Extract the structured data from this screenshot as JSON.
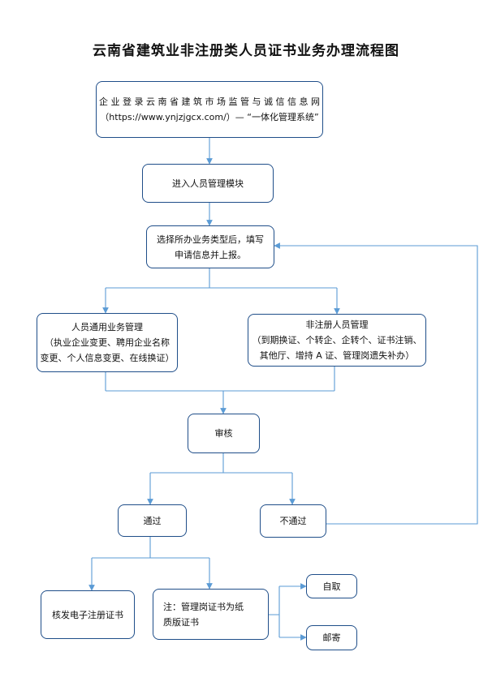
{
  "title": "云南省建筑业非注册类人员证书业务办理流程图",
  "nodes": {
    "login": {
      "line1": "企 业 登 录 云 南 省 建 筑 市 场 监 管 与 诚 信 信 息 网",
      "line2": "（https://www.ynjzjgcx.com/）— “一体化管理系统”"
    },
    "personnel_module": {
      "line1": "进入人员管理模块"
    },
    "select_type": {
      "line1": "选择所办业务类型后，填写",
      "line2": "申请信息并上报。"
    },
    "general_mgmt": {
      "line1": "人员通用业务管理",
      "line2": "（执业企业变更、聘用企业名称",
      "line3": "变更、个人信息变更、在线换证）"
    },
    "non_registered_mgmt": {
      "line1": "非注册人员管理",
      "line2": "（到期换证、个转企、企转个、证书注销、",
      "line3": "其他厅、增持 A 证、管理岗遗失补办）"
    },
    "review": {
      "line1": "审核"
    },
    "pass": {
      "line1": "通过"
    },
    "fail": {
      "line1": "不通过"
    },
    "issue_cert": {
      "line1": "核发电子注册证书"
    },
    "note": {
      "line1": "注：管理岗证书为纸",
      "line2": "质版证书"
    },
    "self_pickup": {
      "line1": "自取"
    },
    "mail": {
      "line1": "邮寄"
    }
  },
  "colors": {
    "box_border": "#1f4e89",
    "arrow": "#5b9bd5"
  }
}
